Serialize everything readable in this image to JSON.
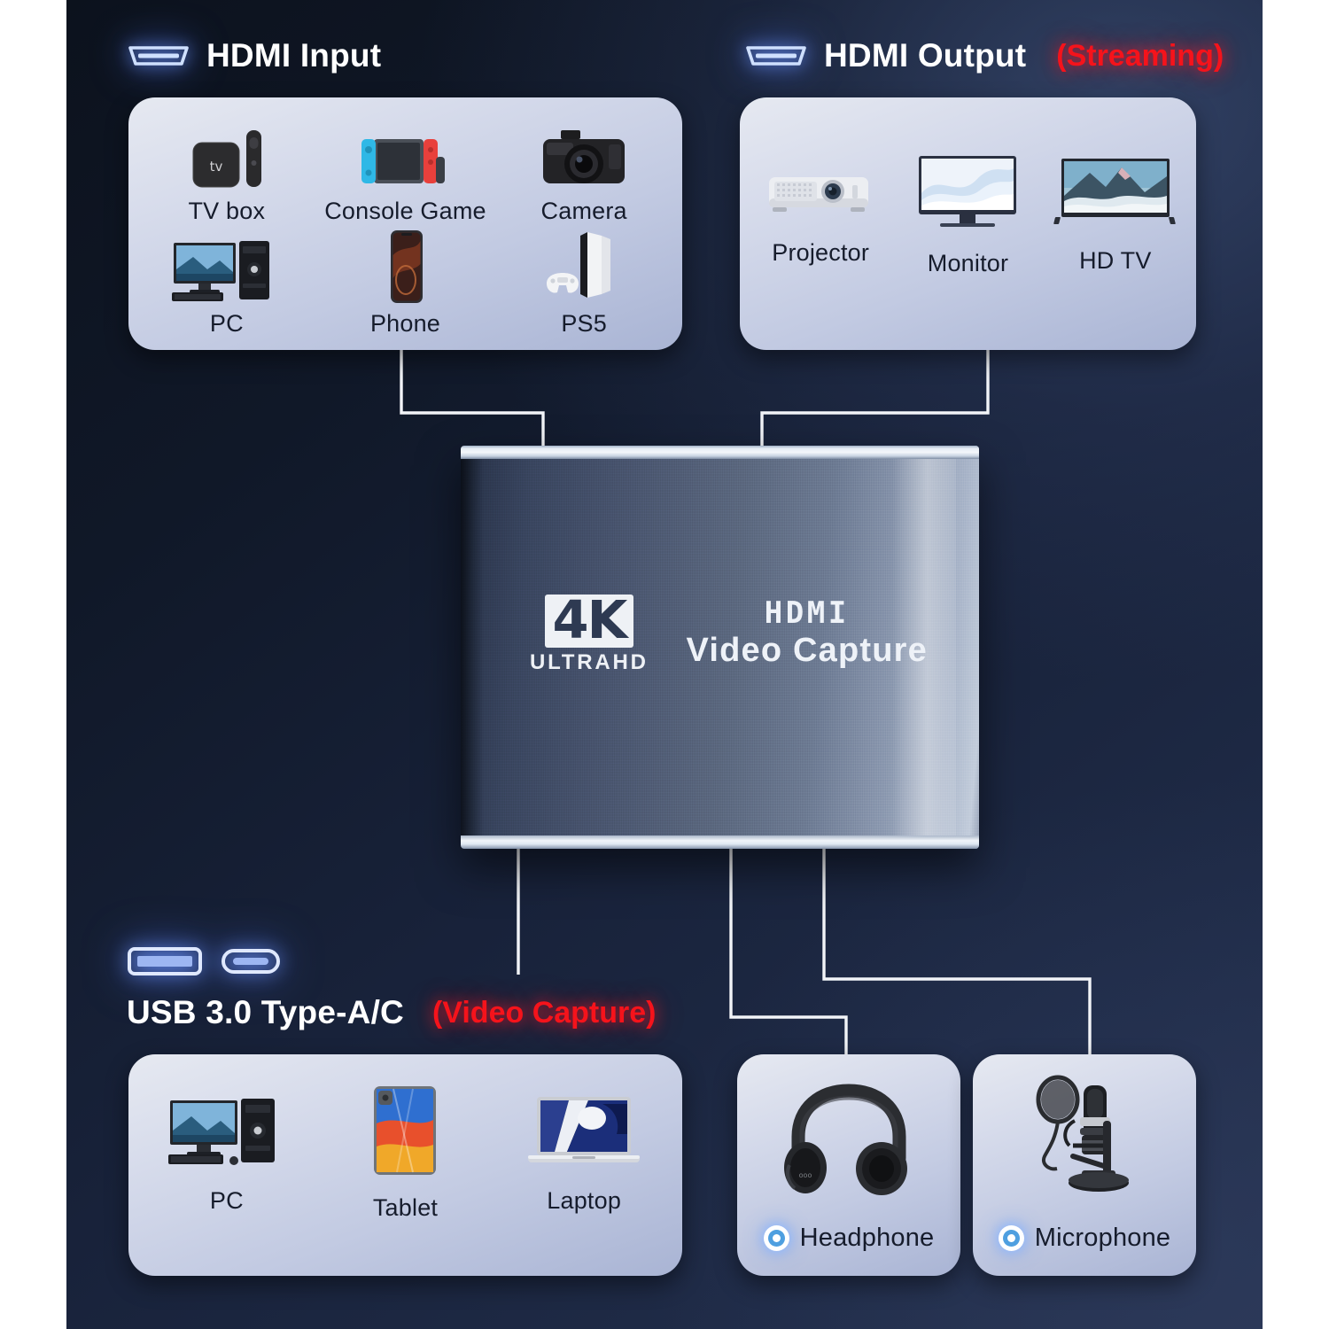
{
  "headers": {
    "hdmi_input": {
      "icon": "hdmi-port-icon",
      "title": "HDMI Input"
    },
    "hdmi_output": {
      "icon": "hdmi-port-icon",
      "title": "HDMI Output",
      "accent": "(Streaming)"
    },
    "usb": {
      "icon_a": "usb-type-a-port-icon",
      "icon_c": "usb-type-c-port-icon",
      "title": "USB 3.0 Type-A/C",
      "accent": "(Video Capture)"
    }
  },
  "panels": {
    "input_sources": {
      "name": "hdmi-input-sources",
      "items": [
        {
          "label": "TV box",
          "icon": "tv-box-icon"
        },
        {
          "label": "Console Game",
          "icon": "game-console-icon"
        },
        {
          "label": "Camera",
          "icon": "camera-icon"
        },
        {
          "label": "PC",
          "icon": "desktop-pc-icon"
        },
        {
          "label": "Phone",
          "icon": "smartphone-icon"
        },
        {
          "label": "PS5",
          "icon": "ps5-icon"
        }
      ]
    },
    "output_displays": {
      "name": "hdmi-output-displays",
      "items": [
        {
          "label": "Projector",
          "icon": "projector-icon"
        },
        {
          "label": "Monitor",
          "icon": "monitor-icon"
        },
        {
          "label": "HD TV",
          "icon": "hdtv-icon"
        }
      ]
    },
    "usb_hosts": {
      "name": "usb-capture-hosts",
      "items": [
        {
          "label": "PC",
          "icon": "desktop-pc-icon"
        },
        {
          "label": "Tablet",
          "icon": "tablet-icon"
        },
        {
          "label": "Laptop",
          "icon": "laptop-icon"
        }
      ]
    },
    "audio_out": {
      "name": "audio-output",
      "label": "Headphone",
      "icon": "headphone-icon",
      "jack": "audio-jack-icon"
    },
    "audio_in": {
      "name": "audio-input",
      "label": "Microphone",
      "icon": "microphone-icon",
      "jack": "audio-jack-icon"
    }
  },
  "device": {
    "name": "hdmi-video-capture-device",
    "badge_main": "4K",
    "badge_sub": "ULTRAHD",
    "line1": "HDMI",
    "line2": "Video Capture"
  },
  "colors": {
    "accent_red": "#f5131b",
    "glow_blue": "#6e96ff",
    "panel_light": "#e6e9f1",
    "panel_dark": "#a9b4d4",
    "wire": "#f2f4f8",
    "background_dark": "#101828",
    "text_dark": "#161c2c",
    "text_light": "#ffffff"
  }
}
